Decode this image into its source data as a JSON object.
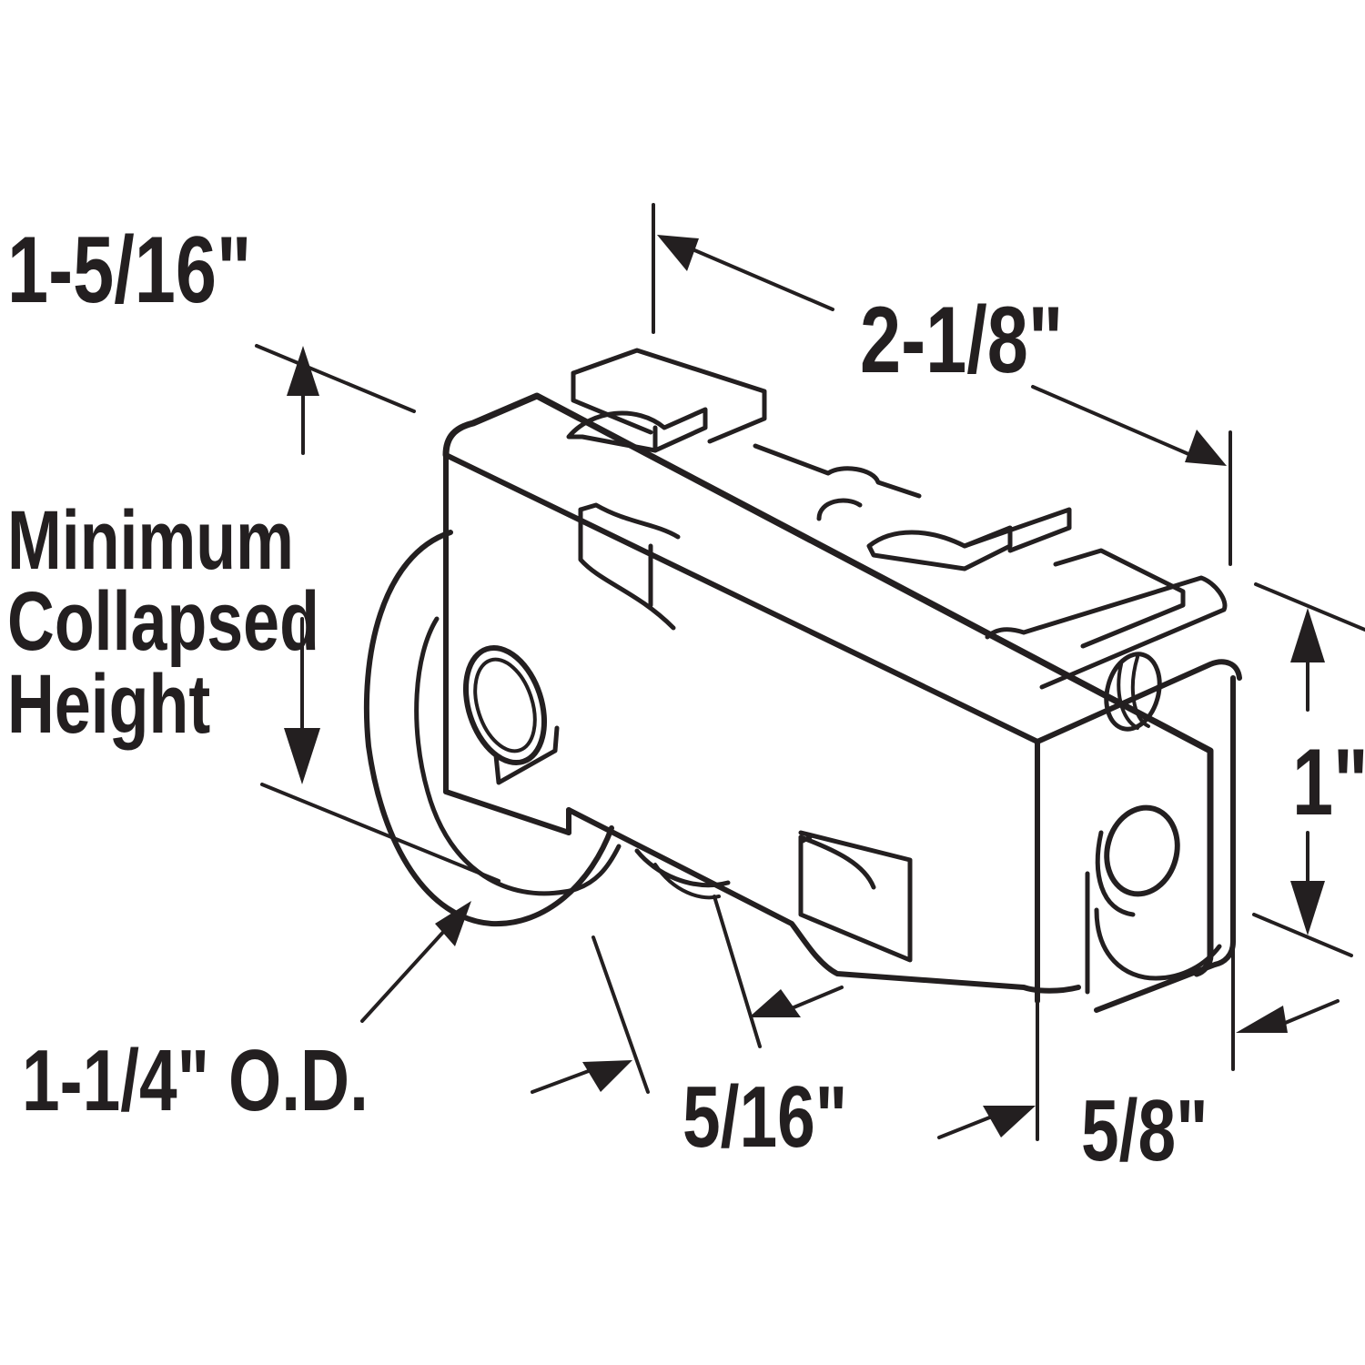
{
  "diagram": {
    "subject": "Sliding door roller assembly",
    "line_color": "#231f20",
    "background": "#ffffff",
    "dimensions": {
      "length": {
        "label": "2-1/8\""
      },
      "min_height": {
        "value": "1-5/16\"",
        "line1": "Minimum",
        "line2": "Collapsed",
        "line3": "Height"
      },
      "housing_height": {
        "label": "1\""
      },
      "wheel_od": {
        "label": "1-1/4\" O.D."
      },
      "wheel_width": {
        "label": "5/16\""
      },
      "housing_width": {
        "label": "5/8\""
      }
    }
  }
}
